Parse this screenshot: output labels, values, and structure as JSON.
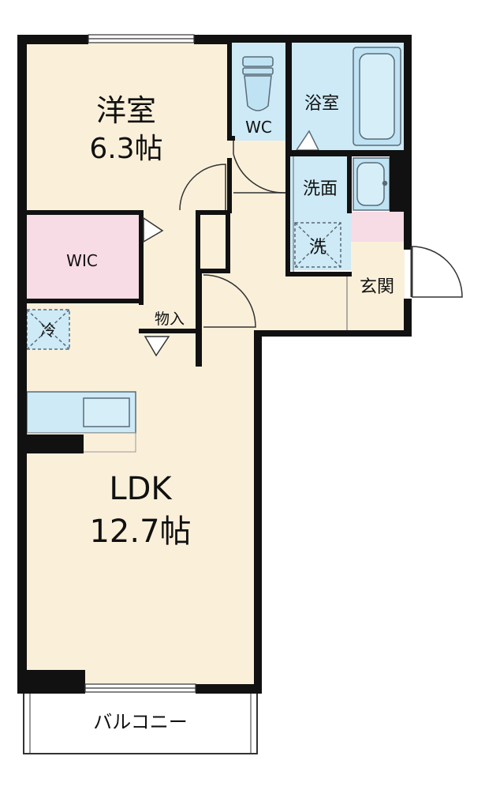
{
  "rooms": {
    "western_room": {
      "name": "洋室",
      "size": "6.3帖"
    },
    "ldk": {
      "name": "LDK",
      "size": "12.7帖"
    },
    "wic": {
      "name": "WIC"
    },
    "wc": {
      "name": "WC"
    },
    "bathroom": {
      "name": "浴室"
    },
    "washroom": {
      "name": "洗面"
    },
    "washer": {
      "name": "洗"
    },
    "entrance": {
      "name": "玄関"
    },
    "storage": {
      "name": "物入"
    },
    "fridge": {
      "name": "冷"
    },
    "balcony": {
      "name": "バルコニー"
    }
  },
  "colors": {
    "floor": "#faf0da",
    "wic": "#f7dbe5",
    "wet_area": "#cdeaf6",
    "fixture": "#bfe3f3",
    "wall": "#111111",
    "fixture_line": "#5a6b78"
  }
}
